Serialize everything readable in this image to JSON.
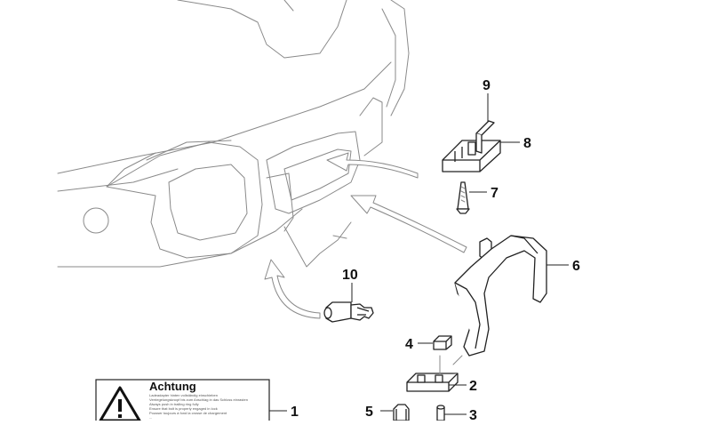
{
  "callouts": {
    "c1": "1",
    "c2": "2",
    "c3": "3",
    "c4": "4",
    "c5": "5",
    "c6": "6",
    "c7": "7",
    "c8": "8",
    "c9": "9",
    "c10": "10"
  },
  "warning_label": {
    "title": "Achtung",
    "lines": [
      "Ladeadapter hinten vollständig einschieben",
      "Verriegelungsknopf bis zum Anschlag in das Schloss einrasten",
      "Always push in trailing ring fully",
      "Ensure that bolt is properly engaged in lock",
      "Pousser toujours à fond la crosse de chargement",
      "..."
    ]
  }
}
